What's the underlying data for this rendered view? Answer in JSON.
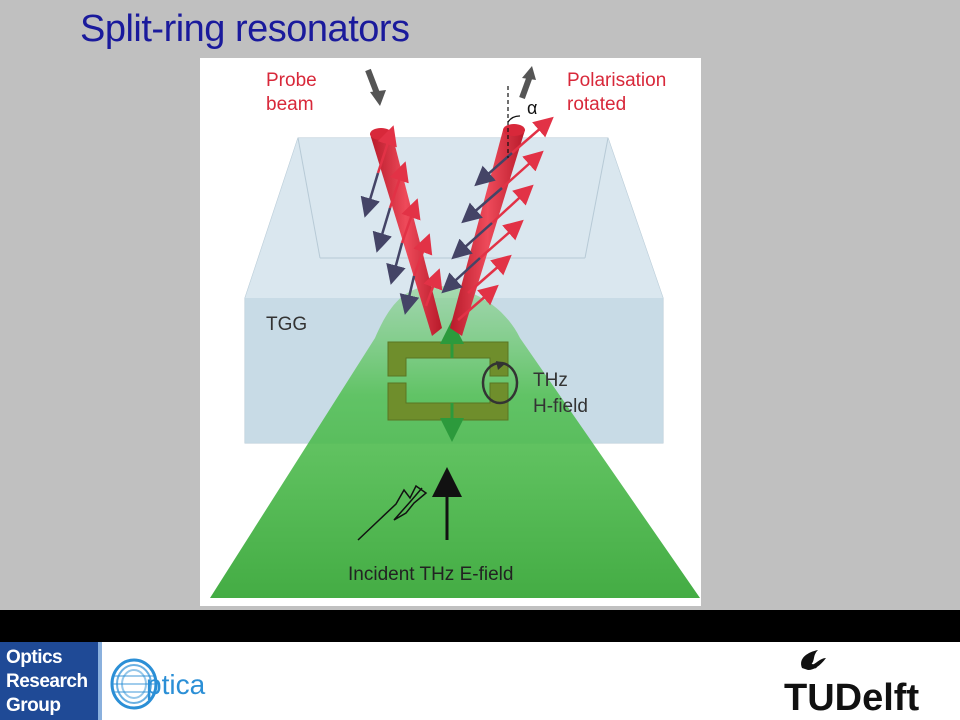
{
  "slide": {
    "title": "Split-ring resonators"
  },
  "figure": {
    "labels": {
      "probe_line1": "Probe",
      "probe_line2": "beam",
      "pol_line1": "Polarisation",
      "pol_line2": "rotated",
      "alpha": "α",
      "tgg": "TGG",
      "thz_line1": "THz",
      "thz_line2": "H-field",
      "incident": "Incident THz E-field"
    },
    "colors": {
      "beam_red": "#d8283a",
      "crystal_blue": "#c9dbe6",
      "thz_green": "#3fae3f",
      "resonator": "#6a8a2a"
    }
  },
  "footer": {
    "org_name_line1": "Optics",
    "org_name_line2": "Research",
    "org_name_line3": "Group",
    "optica_logo_text": "ptica",
    "tudelft_logo_text": "TUDelft",
    "colors": {
      "org_box": "#1f4a96",
      "optica_blue": "#2b8fd6"
    }
  }
}
